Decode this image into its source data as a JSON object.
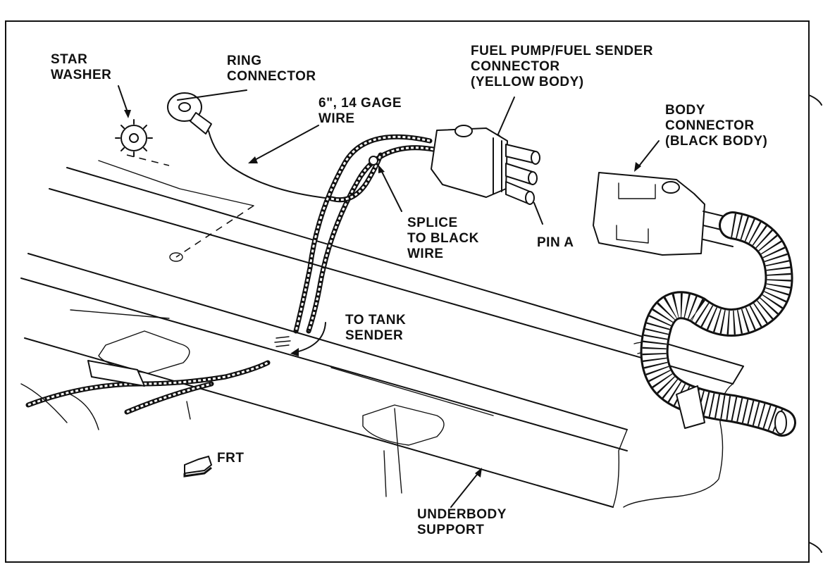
{
  "labels": {
    "star_washer": [
      "STAR",
      "WASHER"
    ],
    "ring_connector": [
      "RING",
      "CONNECTOR"
    ],
    "gage_wire": [
      "6\", 14 GAGE",
      "WIRE"
    ],
    "fuel_pump_connector": [
      "FUEL PUMP/FUEL SENDER",
      "CONNECTOR",
      "(YELLOW BODY)"
    ],
    "body_connector": [
      "BODY",
      "CONNECTOR",
      "(BLACK BODY)"
    ],
    "splice": [
      "SPLICE",
      "TO BLACK",
      "WIRE"
    ],
    "pin_a": "PIN A",
    "to_tank_sender": [
      "TO TANK",
      "SENDER"
    ],
    "frt": "FRT",
    "underbody_support": [
      "UNDERBODY",
      "SUPPORT"
    ]
  }
}
